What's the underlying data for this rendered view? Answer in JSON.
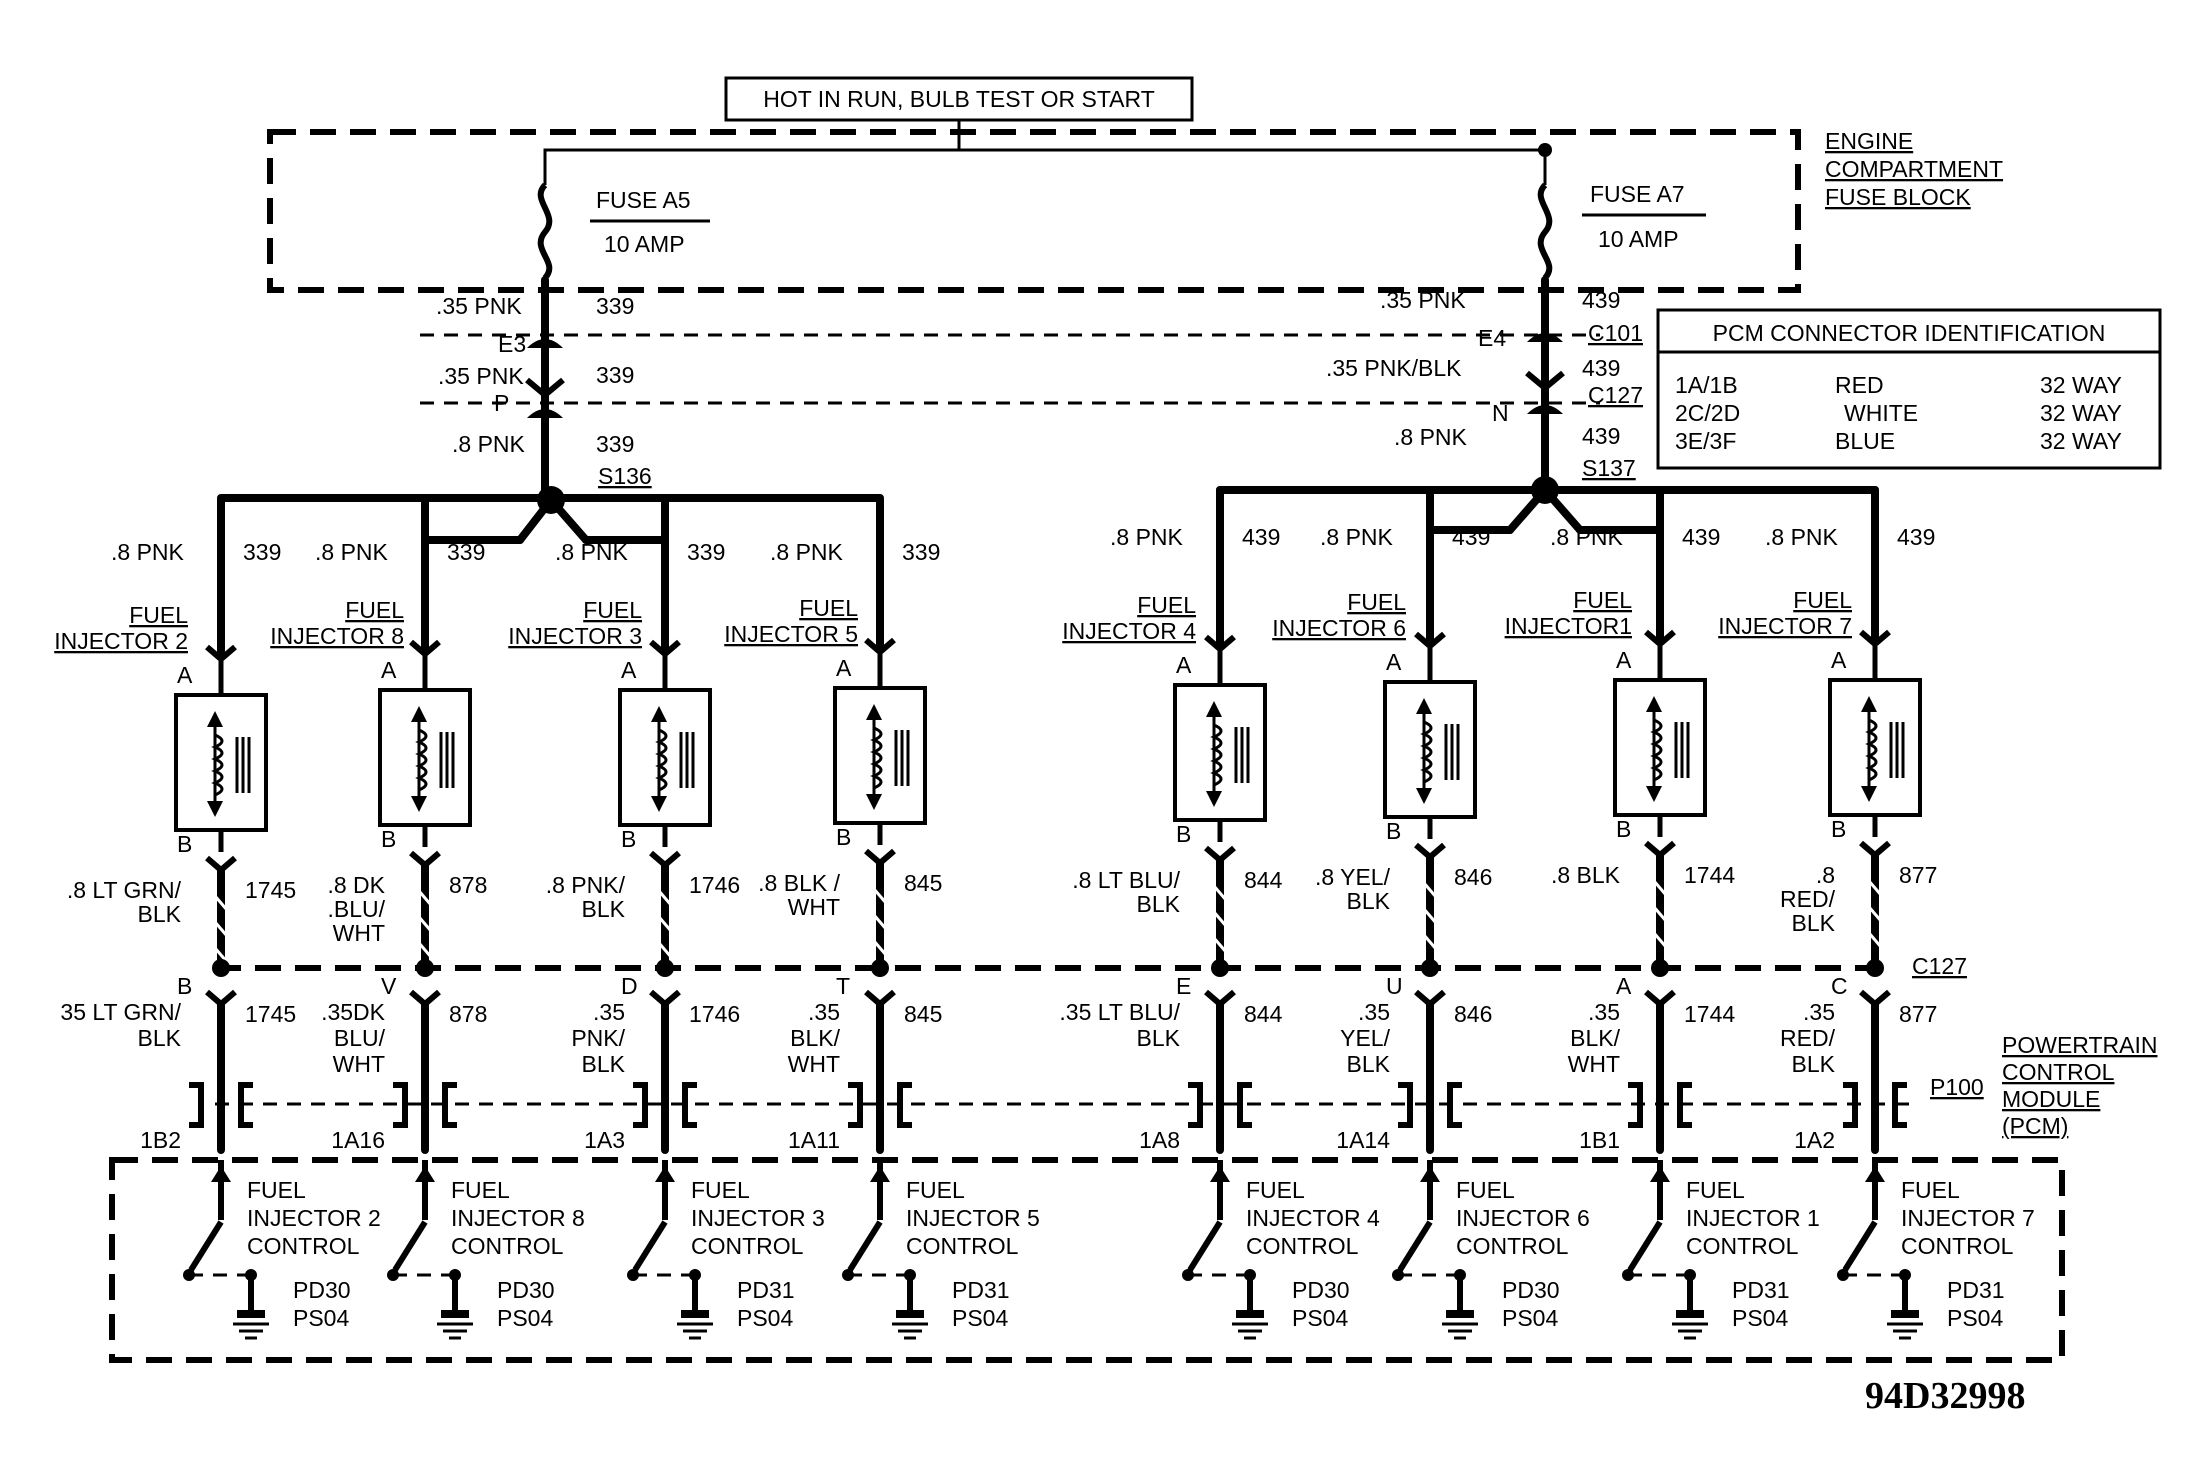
{
  "hot_label": "HOT IN RUN,  BULB TEST OR START",
  "fuse_block_label": [
    "ENGINE",
    "COMPARTMENT",
    "FUSE BLOCK"
  ],
  "fuses": [
    {
      "name": "FUSE A5",
      "rating": "10 AMP"
    },
    {
      "name": "FUSE A7",
      "rating": "10 AMP"
    }
  ],
  "left_feed": {
    "w1": ".35 PNK",
    "c1": "339",
    "pin1": "E3",
    "w2": ".35 PNK",
    "c2": "339",
    "pin2": "P",
    "w3": ".8 PNK",
    "c3": "339",
    "splice": "S136"
  },
  "right_feed": {
    "w1": ".35 PNK",
    "c1": "439",
    "pin1": "E4",
    "w2": ".35 PNK/BLK",
    "c2": "439",
    "pin2": "N",
    "w3": ".8 PNK",
    "c3": "439",
    "splice": "S137"
  },
  "connectors": {
    "c101": "C101",
    "c127": "C127",
    "c127_lower": "C127",
    "p100": "P100"
  },
  "pcm_table": {
    "title": "PCM CONNECTOR IDENTIFICATION",
    "rows": [
      [
        "1A/1B",
        "RED",
        "32 WAY"
      ],
      [
        "2C/2D",
        "WHITE",
        "32 WAY"
      ],
      [
        "3E/3F",
        "BLUE",
        "32 WAY"
      ]
    ]
  },
  "pcm_label": [
    "POWERTRAIN",
    "CONTROL",
    "MODULE",
    "(PCM)"
  ],
  "injectors": [
    {
      "title": [
        "FUEL",
        "INJECTOR 2"
      ],
      "feed_wire": ".8 PNK",
      "feed_circuit": "339",
      "pin_a": "A",
      "pin_b": "B",
      "out_wire": [
        ".8 LT GRN/",
        "BLK"
      ],
      "out_circuit": "1745",
      "c127_pin": "B",
      "pcm_wire": [
        "35 LT GRN/",
        "BLK"
      ],
      "pcm_circuit": "1745",
      "pcm_pin": "1B2",
      "control": [
        "FUEL",
        "INJECTOR 2",
        "CONTROL"
      ],
      "ground": [
        "PD30",
        "PS04"
      ]
    },
    {
      "title": [
        "FUEL",
        "INJECTOR 8"
      ],
      "feed_wire": ".8 PNK",
      "feed_circuit": "339",
      "pin_a": "A",
      "pin_b": "B",
      "out_wire": [
        ".8 DK",
        ".BLU/",
        "WHT"
      ],
      "out_circuit": "878",
      "c127_pin": "V",
      "pcm_wire": [
        ".35DK",
        "BLU/",
        "WHT"
      ],
      "pcm_circuit": "878",
      "pcm_pin": "1A16",
      "control": [
        "FUEL",
        "INJECTOR 8",
        "CONTROL"
      ],
      "ground": [
        "PD30",
        "PS04"
      ]
    },
    {
      "title": [
        "FUEL",
        "INJECTOR 3"
      ],
      "feed_wire": ".8 PNK",
      "feed_circuit": "339",
      "pin_a": "A",
      "pin_b": "B",
      "out_wire": [
        ".8 PNK/",
        "BLK"
      ],
      "out_circuit": "1746",
      "c127_pin": "D",
      "pcm_wire": [
        ".35",
        "PNK/",
        "BLK"
      ],
      "pcm_circuit": "1746",
      "pcm_pin": "1A3",
      "control": [
        "FUEL",
        "INJECTOR 3",
        "CONTROL"
      ],
      "ground": [
        "PD31",
        "PS04"
      ]
    },
    {
      "title": [
        "FUEL",
        "INJECTOR 5"
      ],
      "feed_wire": ".8 PNK",
      "feed_circuit": "339",
      "pin_a": "A",
      "pin_b": "B",
      "out_wire": [
        ".8 BLK /",
        "WHT"
      ],
      "out_circuit": "845",
      "c127_pin": "T",
      "pcm_wire": [
        ".35",
        "BLK/",
        "WHT"
      ],
      "pcm_circuit": "845",
      "pcm_pin": "1A11",
      "control": [
        "FUEL",
        "INJECTOR 5",
        "CONTROL"
      ],
      "ground": [
        "PD31",
        "PS04"
      ]
    },
    {
      "title": [
        "FUEL",
        "INJECTOR 4"
      ],
      "feed_wire": ".8 PNK",
      "feed_circuit": "439",
      "pin_a": "A",
      "pin_b": "B",
      "out_wire": [
        ".8 LT BLU/",
        "BLK"
      ],
      "out_circuit": "844",
      "c127_pin": "E",
      "pcm_wire": [
        ".35 LT BLU/",
        "BLK"
      ],
      "pcm_circuit": "844",
      "pcm_pin": "1A8",
      "control": [
        "FUEL",
        "INJECTOR 4",
        "CONTROL"
      ],
      "ground": [
        "PD30",
        "PS04"
      ]
    },
    {
      "title": [
        "FUEL",
        "INJECTOR 6"
      ],
      "feed_wire": ".8 PNK",
      "feed_circuit": "439",
      "pin_a": "A",
      "pin_b": "B",
      "out_wire": [
        ".8 YEL/",
        "BLK"
      ],
      "out_circuit": "846",
      "c127_pin": "U",
      "pcm_wire": [
        ".35",
        "YEL/",
        "BLK"
      ],
      "pcm_circuit": "846",
      "pcm_pin": "1A14",
      "control": [
        "FUEL",
        "INJECTOR 6",
        "CONTROL"
      ],
      "ground": [
        "PD30",
        "PS04"
      ]
    },
    {
      "title": [
        "FUEL",
        "INJECTOR1"
      ],
      "feed_wire": ".8 PNK",
      "feed_circuit": "439",
      "pin_a": "A",
      "pin_b": "B",
      "out_wire": [
        ".8 BLK"
      ],
      "out_circuit": "1744",
      "c127_pin": "A",
      "pcm_wire": [
        ".35",
        "BLK/",
        "WHT"
      ],
      "pcm_circuit": "1744",
      "pcm_pin": "1B1",
      "control": [
        "FUEL",
        "INJECTOR 1",
        "CONTROL"
      ],
      "ground": [
        "PD31",
        "PS04"
      ]
    },
    {
      "title": [
        "FUEL",
        "INJECTOR 7"
      ],
      "feed_wire": ".8 PNK",
      "feed_circuit": "439",
      "pin_a": "A",
      "pin_b": "B",
      "out_wire": [
        ".8",
        "RED/",
        "BLK"
      ],
      "out_circuit": "877",
      "c127_pin": "C",
      "pcm_wire": [
        ".35",
        "RED/",
        "BLK"
      ],
      "pcm_circuit": "877",
      "pcm_pin": "1A2",
      "control": [
        "FUEL",
        "INJECTOR 7",
        "CONTROL"
      ],
      "ground": [
        "PD31",
        "PS04"
      ]
    }
  ],
  "diagram_code": "94D32998"
}
